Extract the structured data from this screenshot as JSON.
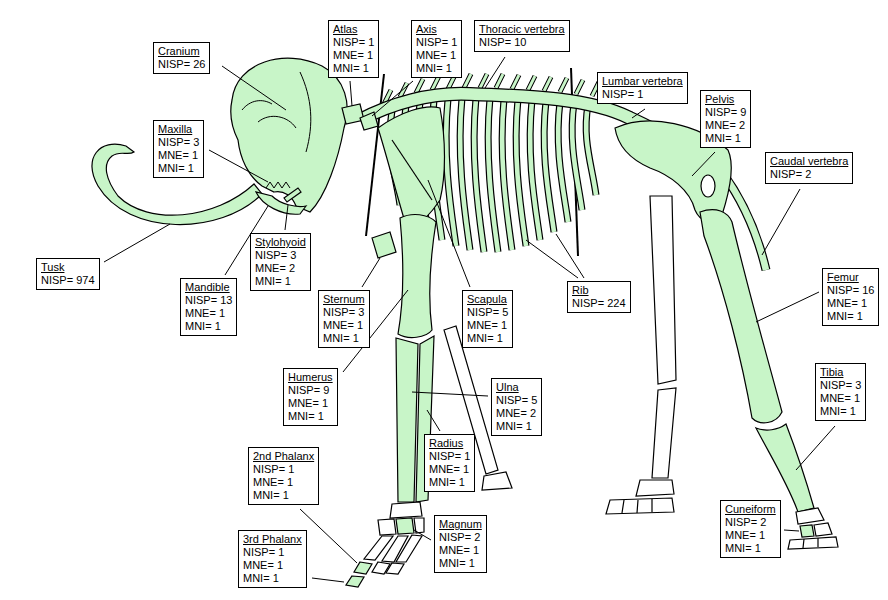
{
  "diagram": {
    "nodes": [
      {
        "text": [
          "Atlas",
          "NISP= 1",
          "MNE= 1",
          "MNI= 1"
        ]
      },
      {
        "text": [
          "Axis",
          "NISP= 1",
          "MNE= 1",
          "MNI= 1"
        ]
      },
      {
        "text": [
          "Thoracic vertebra",
          "NISP= 10"
        ]
      },
      {
        "text": [
          "Cranium",
          "NISP= 26"
        ]
      },
      {
        "text": [
          "Lumbar vertebra",
          "NISP= 1"
        ]
      },
      {
        "text": [
          "Pelvis",
          "NISP= 9",
          "MNE= 2",
          "MNI= 1"
        ]
      },
      {
        "text": [
          "Maxilla",
          "NISP= 3",
          "MNE= 1",
          "MNI= 1"
        ]
      },
      {
        "text": [
          "Caudal vertebra",
          "NISP= 2"
        ]
      },
      {
        "text": [
          "Stylohyoid",
          "NISP= 3",
          "MNE= 2",
          "MNI= 1"
        ]
      },
      {
        "text": [
          "Tusk",
          "NISP= 974"
        ]
      },
      {
        "text": [
          "Femur",
          "NISP= 16",
          "MNE= 1",
          "MNI= 1"
        ]
      },
      {
        "text": [
          "Mandible",
          "NISP= 13",
          "MNE= 1",
          "MNI= 1"
        ]
      },
      {
        "text": [
          "Rib",
          "NISP= 224"
        ]
      },
      {
        "text": [
          "Sternum",
          "NISP= 3",
          "MNE= 1",
          "MNI= 1"
        ]
      },
      {
        "text": [
          "Scapula",
          "NISP= 5",
          "MNE= 1",
          "MNI= 1"
        ]
      },
      {
        "text": [
          "Humerus",
          "NISP= 9",
          "MNE= 1",
          "MNI= 1"
        ]
      },
      {
        "text": [
          "Tibia",
          "NISP= 3",
          "MNE= 1",
          "MNI= 1"
        ]
      },
      {
        "text": [
          "Ulna",
          "NISP= 5",
          "MNE= 2",
          "MNI= 1"
        ]
      },
      {
        "text": [
          "Radius",
          "NISP= 1",
          "MNE= 1",
          "MNI= 1"
        ]
      },
      {
        "text": [
          "2nd Phalanx",
          "NISP= 1",
          "MNE= 1",
          "MNI= 1"
        ]
      },
      {
        "text": [
          "Cuneiform",
          "NISP= 2",
          "MNE= 1",
          "MNI= 1"
        ]
      },
      {
        "text": [
          "Magnum",
          "NISP= 2",
          "MNE= 1",
          "MNI= 1"
        ]
      },
      {
        "text": [
          "3rd Phalanx",
          "NISP= 1",
          "MNE= 1",
          "MNI= 1"
        ]
      }
    ]
  }
}
